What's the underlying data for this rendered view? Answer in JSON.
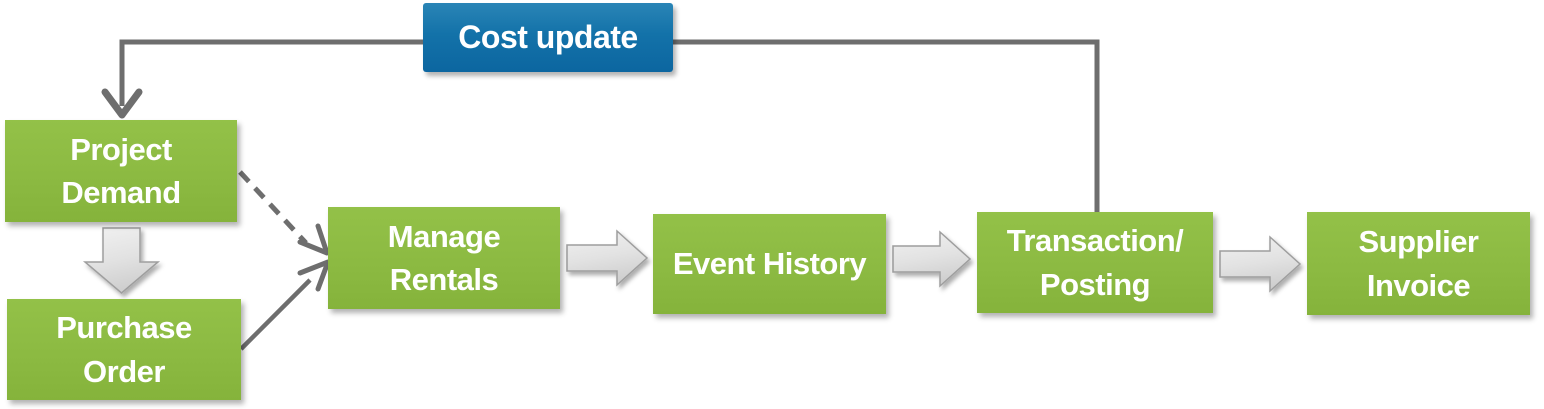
{
  "diagram": {
    "type": "flowchart",
    "nodes": {
      "cost_update": {
        "label": "Cost update",
        "fill": "#1272A9",
        "text_color": "#FFFFFF"
      },
      "project_demand": {
        "label": "Project Demand",
        "fill": "#8CBA42",
        "text_color": "#FFFFFF"
      },
      "purchase_order": {
        "label": "Purchase Order",
        "fill": "#8CBA42",
        "text_color": "#FFFFFF"
      },
      "manage_rentals": {
        "label": "Manage Rentals",
        "fill": "#8CBA42",
        "text_color": "#FFFFFF"
      },
      "event_history": {
        "label": "Event History",
        "fill": "#8CBA42",
        "text_color": "#FFFFFF"
      },
      "transaction_posting": {
        "label": "Transaction/ Posting",
        "fill": "#8CBA42",
        "text_color": "#FFFFFF"
      },
      "supplier_invoice": {
        "label": "Supplier Invoice",
        "fill": "#8CBA42",
        "text_color": "#FFFFFF"
      }
    },
    "edges": [
      {
        "from": "project_demand",
        "to": "purchase_order",
        "style": "block-arrow-down"
      },
      {
        "from": "project_demand",
        "to": "manage_rentals",
        "style": "dashed-line-arrow"
      },
      {
        "from": "purchase_order",
        "to": "manage_rentals",
        "style": "solid-line-arrow"
      },
      {
        "from": "manage_rentals",
        "to": "event_history",
        "style": "block-arrow-right"
      },
      {
        "from": "event_history",
        "to": "transaction_posting",
        "style": "block-arrow-right"
      },
      {
        "from": "transaction_posting",
        "to": "supplier_invoice",
        "style": "block-arrow-right"
      },
      {
        "from": "transaction_posting",
        "to": "project_demand",
        "via": "cost_update",
        "style": "elbow-feedback-line-arrow"
      }
    ],
    "colors": {
      "node_green": "#8CBA42",
      "node_blue": "#1272A9",
      "connector_gray": "#6E6E6E",
      "block_arrow_fill_light": "#EFEFEF",
      "block_arrow_fill_dark": "#D2D2D2",
      "block_arrow_stroke": "#9E9E9E",
      "text": "#FFFFFF",
      "background": "#FFFFFF"
    }
  }
}
